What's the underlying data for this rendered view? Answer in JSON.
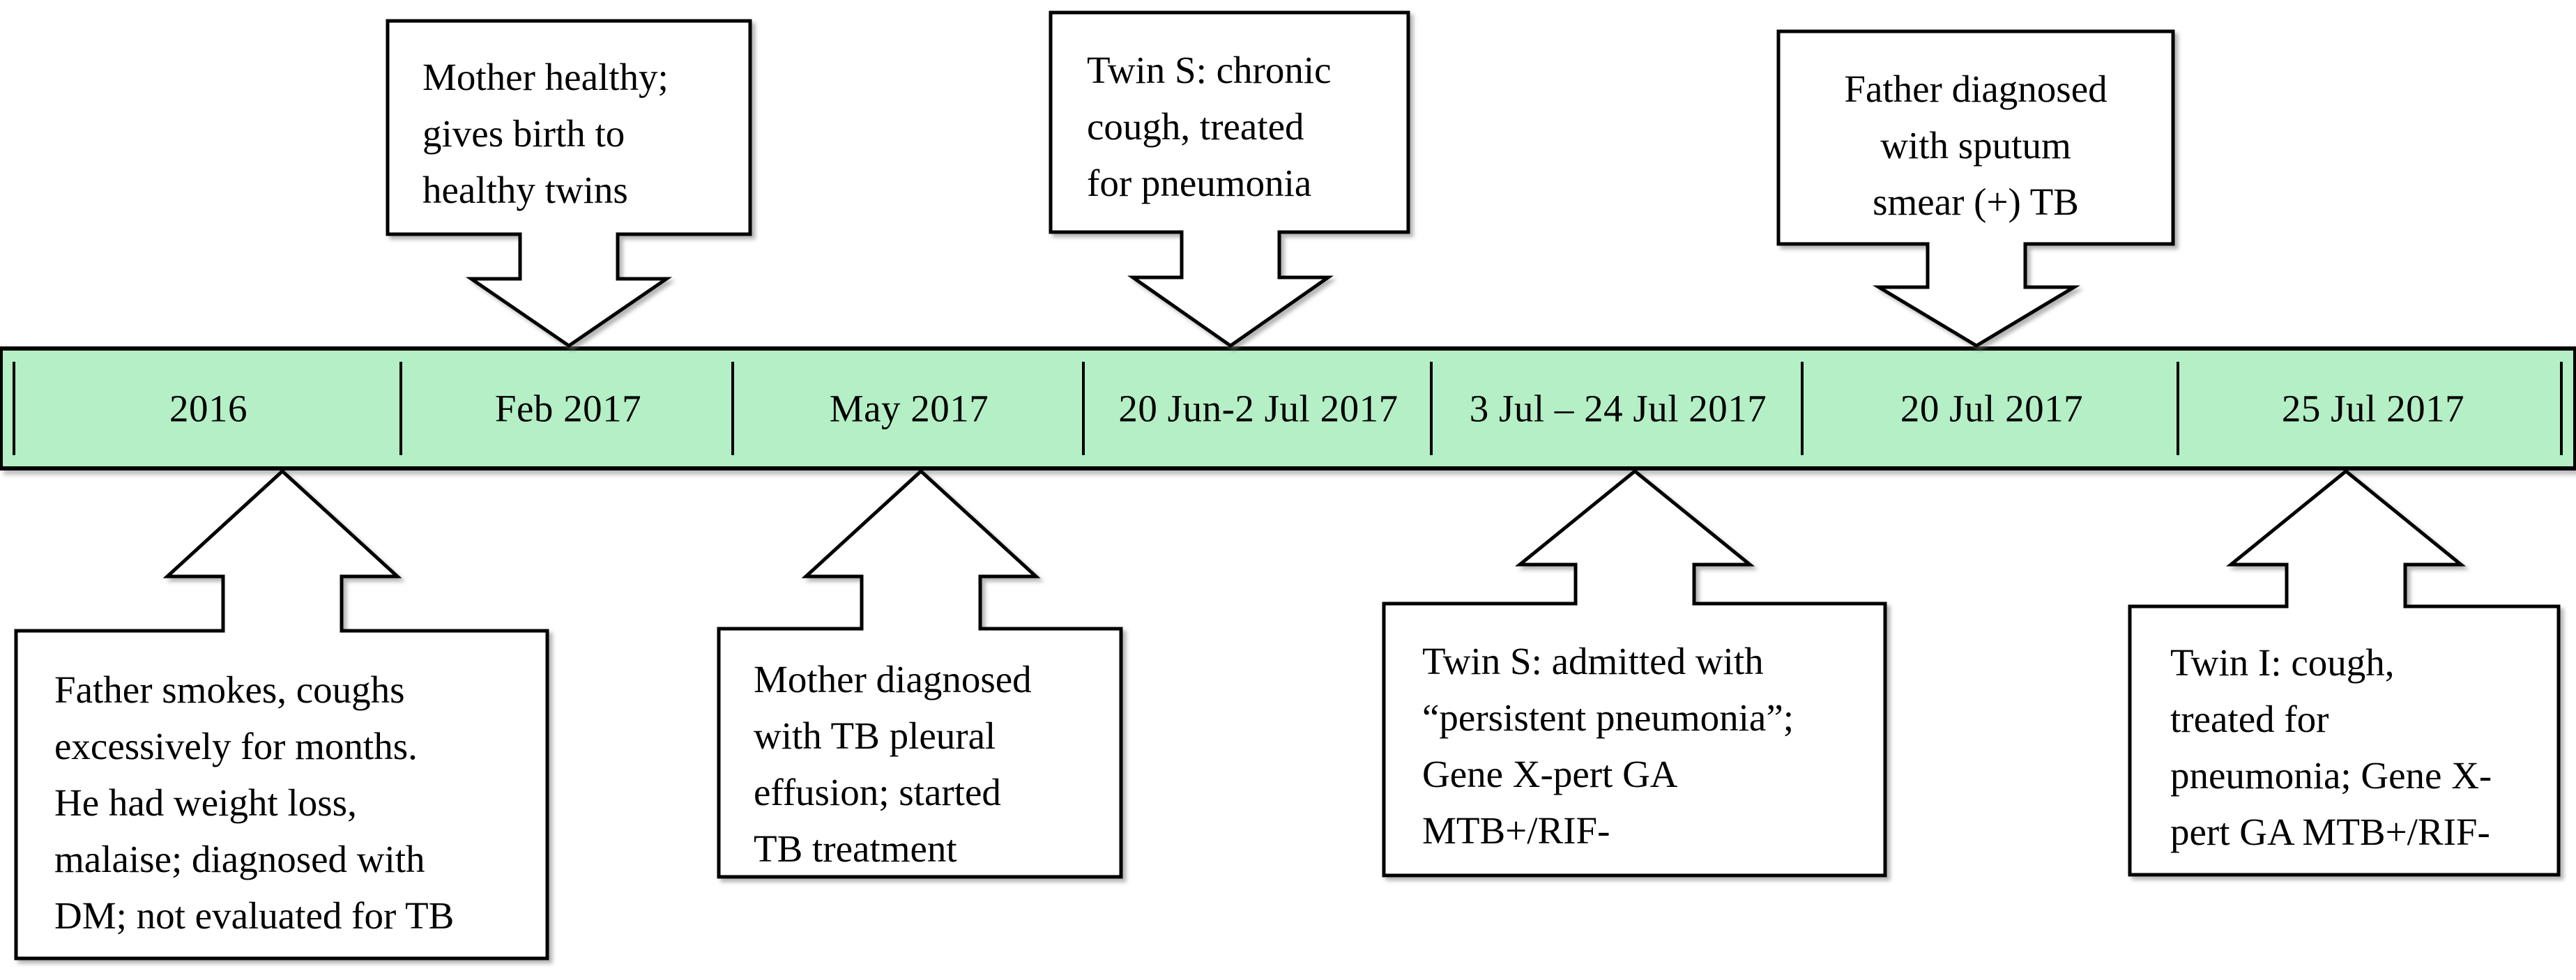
{
  "figure": {
    "kind": "medical-case-timeline",
    "bar_fill_color": "#b5efc5",
    "outline_color": "#000000",
    "box_fill_color": "#ffffff"
  },
  "timeline": {
    "segments": [
      {
        "label": "2016"
      },
      {
        "label": "Feb 2017"
      },
      {
        "label": "May 2017"
      },
      {
        "label": "20 Jun-2 Jul 2017"
      },
      {
        "label": "3 Jul – 24 Jul 2017"
      },
      {
        "label": "20 Jul 2017"
      },
      {
        "label": "25 Jul 2017"
      }
    ]
  },
  "events_above": [
    {
      "date": "Feb 2017",
      "text": "Mother healthy;\ngives birth to\nhealthy twins"
    },
    {
      "date": "20 Jun-2 Jul 2017",
      "text": "Twin S: chronic\ncough, treated\nfor pneumonia"
    },
    {
      "date": "20 Jul 2017",
      "text": "Father diagnosed\nwith sputum\nsmear (+) TB"
    }
  ],
  "events_below": [
    {
      "date": "2016",
      "text": "Father smokes, coughs\nexcessively for months.\nHe had weight loss,\nmalaise; diagnosed with\nDM; not evaluated for TB"
    },
    {
      "date": "May 2017",
      "text": "Mother diagnosed\nwith TB pleural\neffusion; started\nTB treatment"
    },
    {
      "date": "3 Jul – 24 Jul 2017",
      "text": "Twin S: admitted with\n“persistent pneumonia”;\nGene X-pert GA\nMTB+/RIF-"
    },
    {
      "date": "25 Jul 2017",
      "text": "Twin I: cough,\ntreated for\npneumonia; Gene X-\npert GA MTB+/RIF-"
    }
  ]
}
